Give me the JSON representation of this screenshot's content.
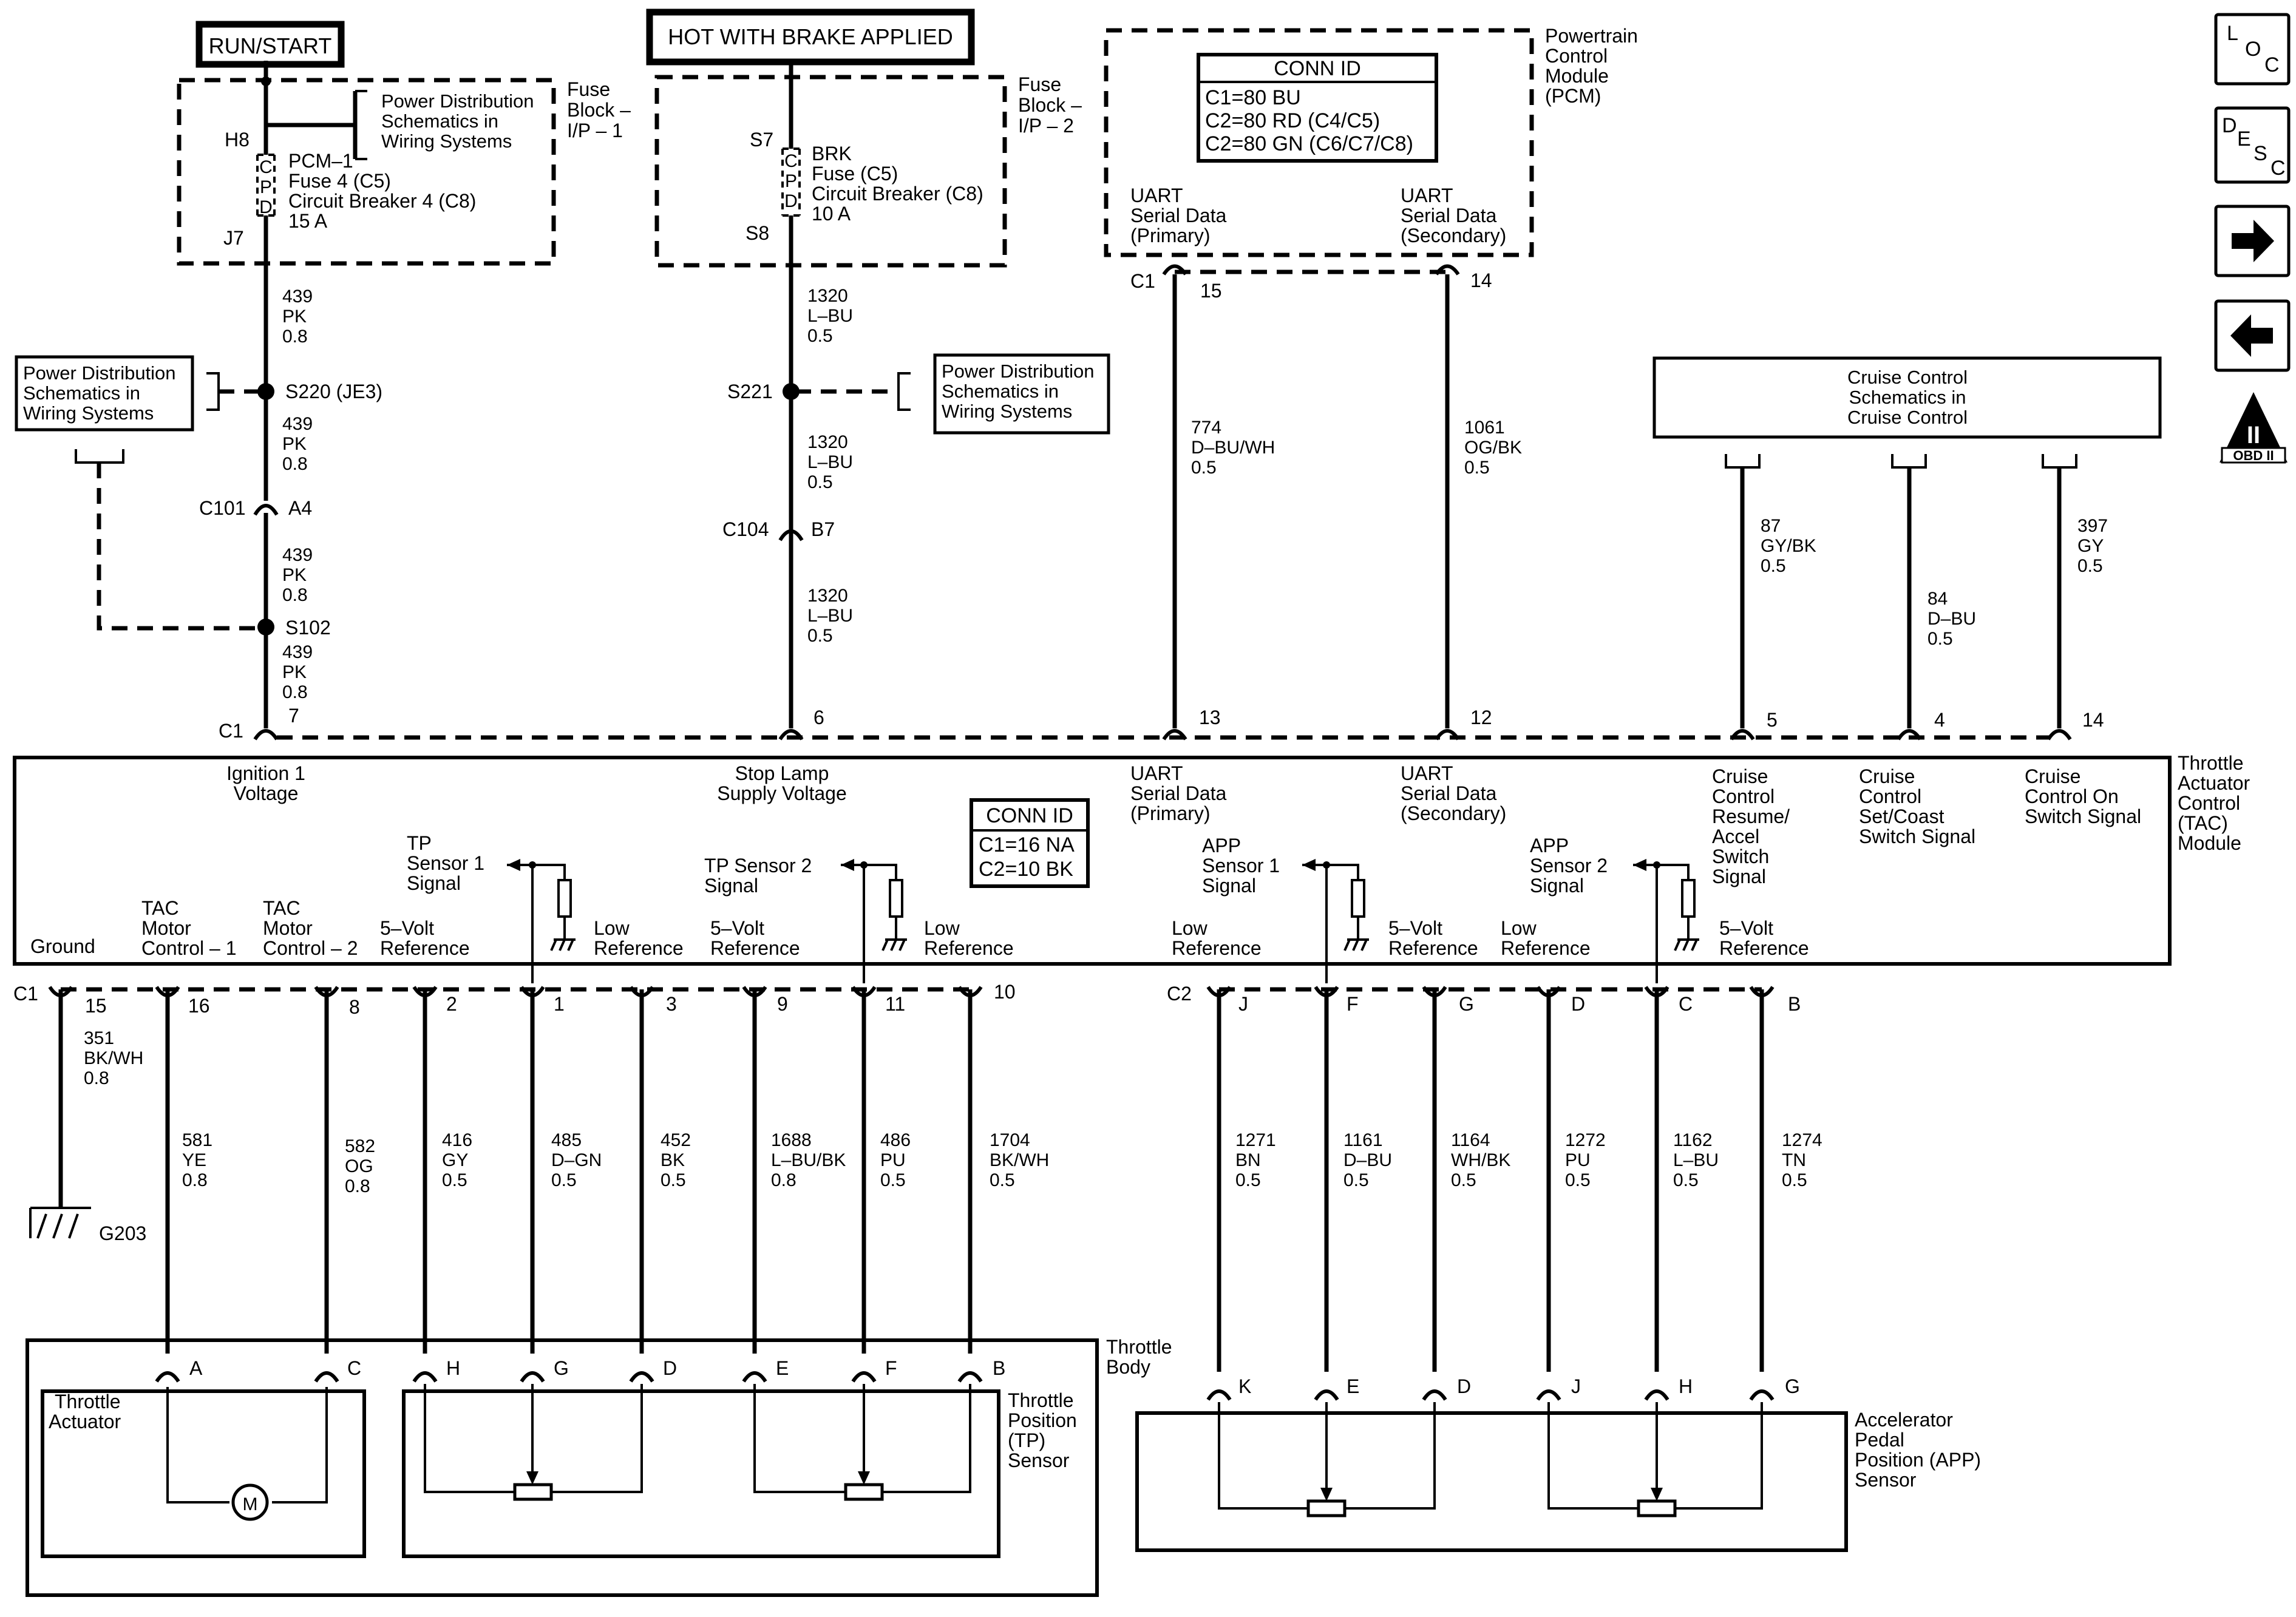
{
  "top": {
    "run_start": "RUN/START",
    "hot_brake": "HOT WITH BRAKE APPLIED"
  },
  "fuse1": {
    "title": [
      "Fuse",
      "Block –",
      "I/P – 1"
    ],
    "pd": [
      "Power Distribution",
      "Schematics in",
      "Wiring Systems"
    ],
    "pin_in": "H8",
    "pin_out": "J7",
    "fuse": [
      "PCM–1",
      "Fuse 4 (C5)",
      "Circuit Breaker 4 (C8)",
      "15 A"
    ],
    "cpd": [
      "C",
      "P",
      "D"
    ]
  },
  "fuse2": {
    "title": [
      "Fuse",
      "Block –",
      "I/P – 2"
    ],
    "pin_in": "S7",
    "pin_out": "S8",
    "fuse": [
      "BRK",
      "Fuse (C5)",
      "Circuit Breaker (C8)",
      "10 A"
    ],
    "cpd": [
      "C",
      "P",
      "D"
    ]
  },
  "pcm": {
    "title": [
      "Powertrain",
      "Control",
      "Module",
      "(PCM)"
    ],
    "conn_id_title": "CONN ID",
    "conn_id": [
      "C1=80 BU",
      "C2=80 RD (C4/C5)",
      "C2=80 GN (C6/C7/C8)"
    ],
    "uart1": [
      "UART",
      "Serial Data",
      "(Primary)"
    ],
    "uart2": [
      "UART",
      "Serial Data",
      "(Secondary)"
    ],
    "conn": "C1",
    "pin1": "15",
    "pin2": "14"
  },
  "left_pd": [
    "Power Distribution",
    "Schematics in",
    "Wiring  Systems"
  ],
  "brake_pd": [
    "Power Distribution",
    "Schematics in",
    "Wiring  Systems"
  ],
  "cruise": [
    "Cruise Control",
    "Schematics in",
    "Cruise Control"
  ],
  "splices": {
    "s220": "S220 (JE3)",
    "s102": "S102",
    "s221": "S221"
  },
  "inline": {
    "c101": "C101",
    "a4": "A4",
    "c104": "C104",
    "b7": "B7"
  },
  "w_top": {
    "w439a": [
      "439",
      "PK",
      "0.8"
    ],
    "w439b": [
      "439",
      "PK",
      "0.8"
    ],
    "w439c": [
      "439",
      "PK",
      "0.8"
    ],
    "w439d": [
      "439",
      "PK",
      "0.8"
    ],
    "w1320a": [
      "1320",
      "L–BU",
      "0.5"
    ],
    "w1320b": [
      "1320",
      "L–BU",
      "0.5"
    ],
    "w1320c": [
      "1320",
      "L–BU",
      "0.5"
    ],
    "w774": [
      "774",
      "D–BU/WH",
      "0.5"
    ],
    "w1061": [
      "1061",
      "OG/BK",
      "0.5"
    ],
    "w87": [
      "87",
      "GY/BK",
      "0.5"
    ],
    "w84": [
      "84",
      "D–BU",
      "0.5"
    ],
    "w397": [
      "397",
      "GY",
      "0.5"
    ]
  },
  "tac": {
    "title": [
      "Throttle",
      "Actuator",
      "Control",
      "(TAC)",
      "Module"
    ],
    "conn_top": "C1",
    "conn_bot_c1": "C1",
    "conn_bot_c2": "C2",
    "top_pins": {
      "p7": "7",
      "p6": "6",
      "p13": "13",
      "p12": "12",
      "p5": "5",
      "p4": "4",
      "p14": "14"
    },
    "ign": [
      "Ignition 1",
      "Voltage"
    ],
    "stop": [
      "Stop Lamp",
      "Supply Voltage"
    ],
    "u1": [
      "UART",
      "Serial Data",
      "(Primary)"
    ],
    "u2": [
      "UART",
      "Serial Data",
      "(Secondary)"
    ],
    "cr1": [
      "Cruise",
      "Control",
      "Resume/",
      "Accel",
      "Switch",
      "Signal"
    ],
    "cr2": [
      "Cruise",
      "Control",
      "Set/Coast",
      "Switch Signal"
    ],
    "cr3": [
      "Cruise",
      "Control On",
      "Switch Signal"
    ],
    "conn_id_title": "CONN ID",
    "conn_id": [
      "C1=16 NA",
      "C2=10 BK"
    ],
    "tp1": [
      "TP",
      "Sensor 1",
      "Signal"
    ],
    "tp2": [
      "TP Sensor 2",
      "Signal"
    ],
    "app1": [
      "APP",
      "Sensor 1",
      "Signal"
    ],
    "app2": [
      "APP",
      "Sensor 2",
      "Signal"
    ],
    "ground": "Ground",
    "m1": [
      "TAC",
      "Motor",
      "Control – 1"
    ],
    "m2": [
      "TAC",
      "Motor",
      "Control – 2"
    ],
    "ref5a": [
      "5–Volt",
      "Reference"
    ],
    "lowa": [
      "Low",
      "Reference"
    ],
    "ref5b": [
      "5–Volt",
      "Reference"
    ],
    "lowb": [
      "Low",
      "Reference"
    ],
    "lowc": [
      "Low",
      "Reference"
    ],
    "ref5c": [
      "5–Volt",
      "Reference"
    ],
    "lowd": [
      "Low",
      "Reference"
    ],
    "ref5d": [
      "5–Volt",
      "Reference"
    ],
    "bpins": {
      "b15": "15",
      "b16": "16",
      "b8": "8",
      "b2": "2",
      "b1": "1",
      "b3": "3",
      "b9": "9",
      "b11": "11",
      "b10": "10",
      "bJ": "J",
      "bF": "F",
      "bG": "G",
      "bD": "D",
      "bC": "C",
      "bB": "B"
    }
  },
  "w_bot": {
    "w351": [
      "351",
      "BK/WH",
      "0.8"
    ],
    "w581": [
      "581",
      "YE",
      "0.8"
    ],
    "w582": [
      "582",
      "OG",
      "0.8"
    ],
    "w416": [
      "416",
      "GY",
      "0.5"
    ],
    "w485": [
      "485",
      "D–GN",
      "0.5"
    ],
    "w452": [
      "452",
      "BK",
      "0.5"
    ],
    "w1688": [
      "1688",
      "L–BU/BK",
      "0.8"
    ],
    "w486": [
      "486",
      "PU",
      "0.5"
    ],
    "w1704": [
      "1704",
      "BK/WH",
      "0.5"
    ],
    "w1271": [
      "1271",
      "BN",
      "0.5"
    ],
    "w1161": [
      "1161",
      "D–BU",
      "0.5"
    ],
    "w1164": [
      "1164",
      "WH/BK",
      "0.5"
    ],
    "w1272": [
      "1272",
      "PU",
      "0.5"
    ],
    "w1162": [
      "1162",
      "L–BU",
      "0.5"
    ],
    "w1274": [
      "1274",
      "TN",
      "0.5"
    ]
  },
  "ground_label": "G203",
  "throttle_body": {
    "title": [
      "Throttle",
      "Body"
    ],
    "actuator": [
      "Throttle",
      "Actuator"
    ],
    "motor": "M",
    "tp": [
      "Throttle",
      "Position",
      "(TP)",
      "Sensor"
    ],
    "pins": {
      "A": "A",
      "C": "C",
      "H": "H",
      "G": "G",
      "D": "D",
      "E": "E",
      "F": "F",
      "B": "B"
    }
  },
  "app_sensor": {
    "title": [
      "Accelerator",
      "Pedal",
      "Position (APP)",
      "Sensor"
    ],
    "pins": {
      "K": "K",
      "E": "E",
      "D": "D",
      "J": "J",
      "H": "H",
      "G": "G"
    }
  },
  "nav": {
    "loc": [
      "L",
      "O",
      "C"
    ],
    "desc": [
      "D",
      "E",
      "S",
      "C"
    ],
    "obd": "OBD II",
    "obd_mark": "II"
  },
  "icons": [
    "loc-icon",
    "desc-icon",
    "next-arrow-icon",
    "prev-arrow-icon",
    "obd-ii-icon"
  ]
}
